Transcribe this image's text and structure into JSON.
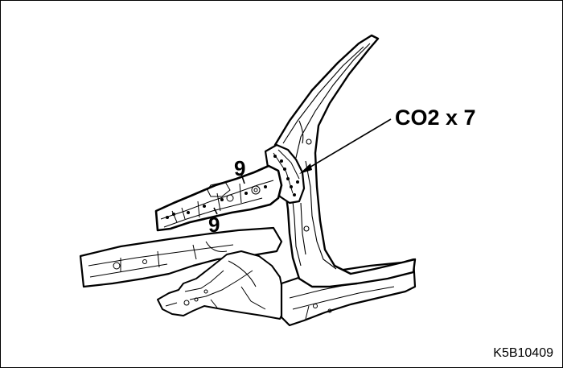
{
  "diagram": {
    "callouts": {
      "weld_spec": "CO2 x 7",
      "item_upper": "9",
      "item_lower": "9"
    },
    "figure_code": "K5B10409"
  }
}
